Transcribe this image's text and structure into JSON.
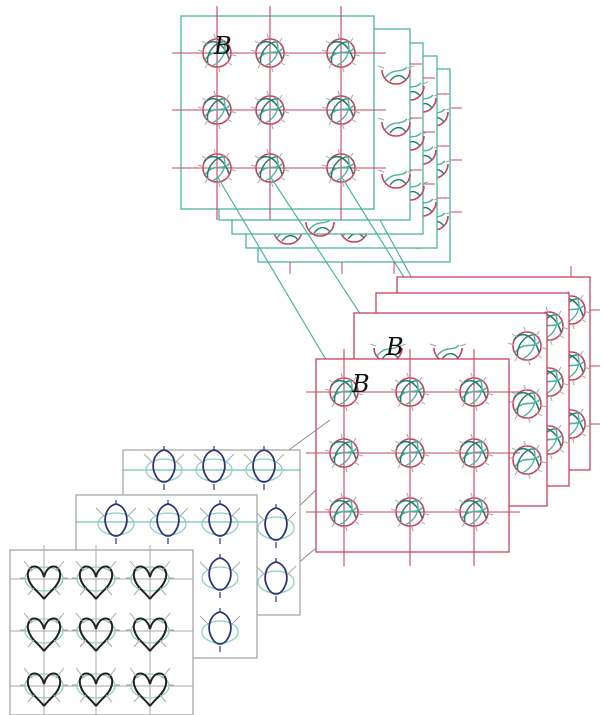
{
  "labels": {
    "top_stack_b": "B",
    "right_stack_b_back": "B",
    "right_stack_b_front": "B"
  },
  "colors": {
    "teal": "#4fb3a3",
    "red": "#c8435d",
    "dark_red": "#b03350",
    "dark_teal": "#227e6c",
    "black": "#222222",
    "gray": "#a8a8a8",
    "navy": "#2e3570",
    "light_teal": "#8fd0c5"
  },
  "stacks": {
    "top": {
      "layer_count": 5,
      "grid": "3x3",
      "frame": "teal",
      "ring": "red",
      "weave": "teal"
    },
    "right": {
      "layer_count": 4,
      "grid": "3x3",
      "frame": "red",
      "ring": "red",
      "weave": "teal"
    },
    "bottom": {
      "layer_count": 3,
      "grid": "3x3",
      "frame": "gray",
      "ring": "teal",
      "weave": "black"
    }
  }
}
